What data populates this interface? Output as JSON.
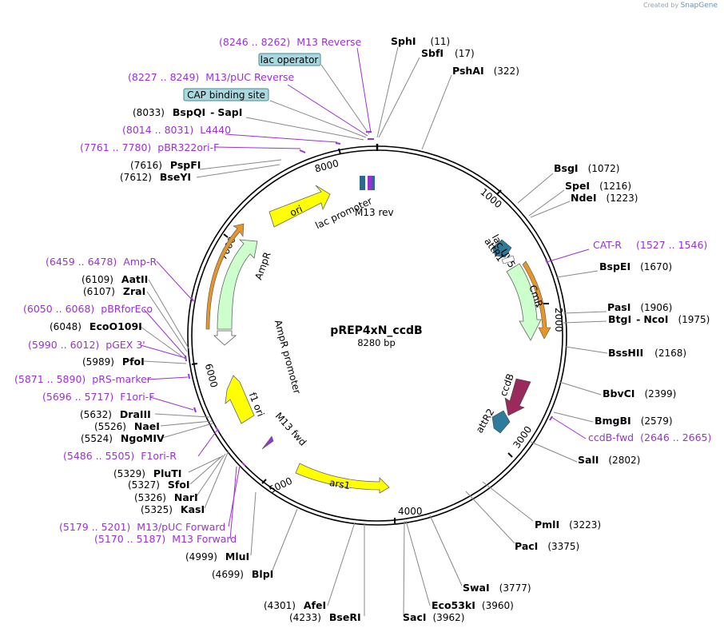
{
  "credit": {
    "prefix": "Created by",
    "brand": "SnapGene"
  },
  "plasmid": {
    "name": "pREP4xN_ccdB",
    "size": "8280 bp"
  },
  "ticks": [
    "1000",
    "2000",
    "3000",
    "4000",
    "5000",
    "6000",
    "7000",
    "8000"
  ],
  "enzymes": [
    {
      "name": "SphI",
      "pos": "(11)"
    },
    {
      "name": "SbfI",
      "pos": "(17)"
    },
    {
      "name": "PshAI",
      "pos": "(322)"
    },
    {
      "name": "BsgI",
      "pos": "(1072)"
    },
    {
      "name": "SpeI",
      "pos": "(1216)"
    },
    {
      "name": "NdeI",
      "pos": "(1223)"
    },
    {
      "name": "BspEI",
      "pos": "(1670)"
    },
    {
      "name": "PasI",
      "pos": "(1906)"
    },
    {
      "name": "BtgI",
      "pos": "",
      "name2": "NcoI",
      "pos2": "(1975)"
    },
    {
      "name": "BssHII",
      "pos": "(2168)"
    },
    {
      "name": "BbvCI",
      "pos": "(2399)"
    },
    {
      "name": "BmgBI",
      "pos": "(2579)"
    },
    {
      "name": "SalI",
      "pos": "(2802)"
    },
    {
      "name": "PmlI",
      "pos": "(3223)"
    },
    {
      "name": "PacI",
      "pos": "(3375)"
    },
    {
      "name": "SwaI",
      "pos": "(3777)"
    },
    {
      "name": "Eco53kI",
      "pos": "(3960)"
    },
    {
      "name": "SacI",
      "pos": "(3962)"
    },
    {
      "name": "AfeI",
      "pos": "(4301)"
    },
    {
      "name": "BseRI",
      "pos": "(4233)"
    },
    {
      "name": "BlpI",
      "pos": "(4699)"
    },
    {
      "name": "MluI",
      "pos": "(4999)"
    },
    {
      "name": "KasI",
      "pos": "(5325)"
    },
    {
      "name": "NarI",
      "pos": "(5326)"
    },
    {
      "name": "SfoI",
      "pos": "(5327)"
    },
    {
      "name": "PluTI",
      "pos": "(5329)"
    },
    {
      "name": "NgoMIV",
      "pos": "(5524)"
    },
    {
      "name": "NaeI",
      "pos": "(5526)"
    },
    {
      "name": "DraIII",
      "pos": "(5632)"
    },
    {
      "name": "PfoI",
      "pos": "(5989)"
    },
    {
      "name": "EcoO109I",
      "pos": "(6048)"
    },
    {
      "name": "ZraI",
      "pos": "(6107)"
    },
    {
      "name": "AatII",
      "pos": "(6109)"
    },
    {
      "name": "BseYI",
      "pos": "(7612)"
    },
    {
      "name": "PspFI",
      "pos": "(7616)"
    },
    {
      "name": "BspQI",
      "pos": "(8033)",
      "name2": "SapI",
      "pos2": ""
    }
  ],
  "primers": [
    {
      "range": "(8246 .. 8262)",
      "name": "M13 Reverse"
    },
    {
      "range": "(8227 .. 8249)",
      "name": "M13/pUC Reverse"
    },
    {
      "range": "(8014 .. 8031)",
      "name": "L4440"
    },
    {
      "range": "(7761 .. 7780)",
      "name": "pBR322ori-F"
    },
    {
      "range": "(6459 .. 6478)",
      "name": "Amp-R"
    },
    {
      "range": "(6050 .. 6068)",
      "name": "pBRforEco"
    },
    {
      "range": "(5990 .. 6012)",
      "name": "pGEX 3'"
    },
    {
      "range": "(5871 .. 5890)",
      "name": "pRS-marker"
    },
    {
      "range": "(5696 .. 5717)",
      "name": "F1ori-F"
    },
    {
      "range": "(5486 .. 5505)",
      "name": "F1ori-R"
    },
    {
      "range": "(5179 .. 5201)",
      "name": "M13/pUC Forward"
    },
    {
      "range": "(5170 .. 5187)",
      "name": "M13 Forward"
    },
    {
      "range": "(1527 .. 1546)",
      "name": "CAT-R"
    },
    {
      "range": "(2646 .. 2665)",
      "name": "ccdB-fwd"
    }
  ],
  "boxes": {
    "lac_operator": "lac operator",
    "cap_site": "CAP binding site"
  },
  "features": {
    "ori": "ori",
    "lac_promoter": "lac promoter",
    "m13_rev": "M13 rev",
    "ampr": "AmpR",
    "ampr_promoter": "AmpR promoter",
    "f1_ori": "f1 ori",
    "m13_fwd": "M13 fwd",
    "ars1": "ars1",
    "attr1": "attR1",
    "lacuv5": "lac UV5 promoter",
    "cmr": "CmR",
    "ccdb": "ccdB",
    "attr2": "attR2"
  },
  "colors": {
    "primer": "#9b30d9",
    "ori": "#ffff00",
    "ampr": "#ccffcc",
    "orange": "#e6952a",
    "ccdb": "#9b2a5c",
    "att": "#2e7b9c",
    "box": "#a8d8e0"
  }
}
